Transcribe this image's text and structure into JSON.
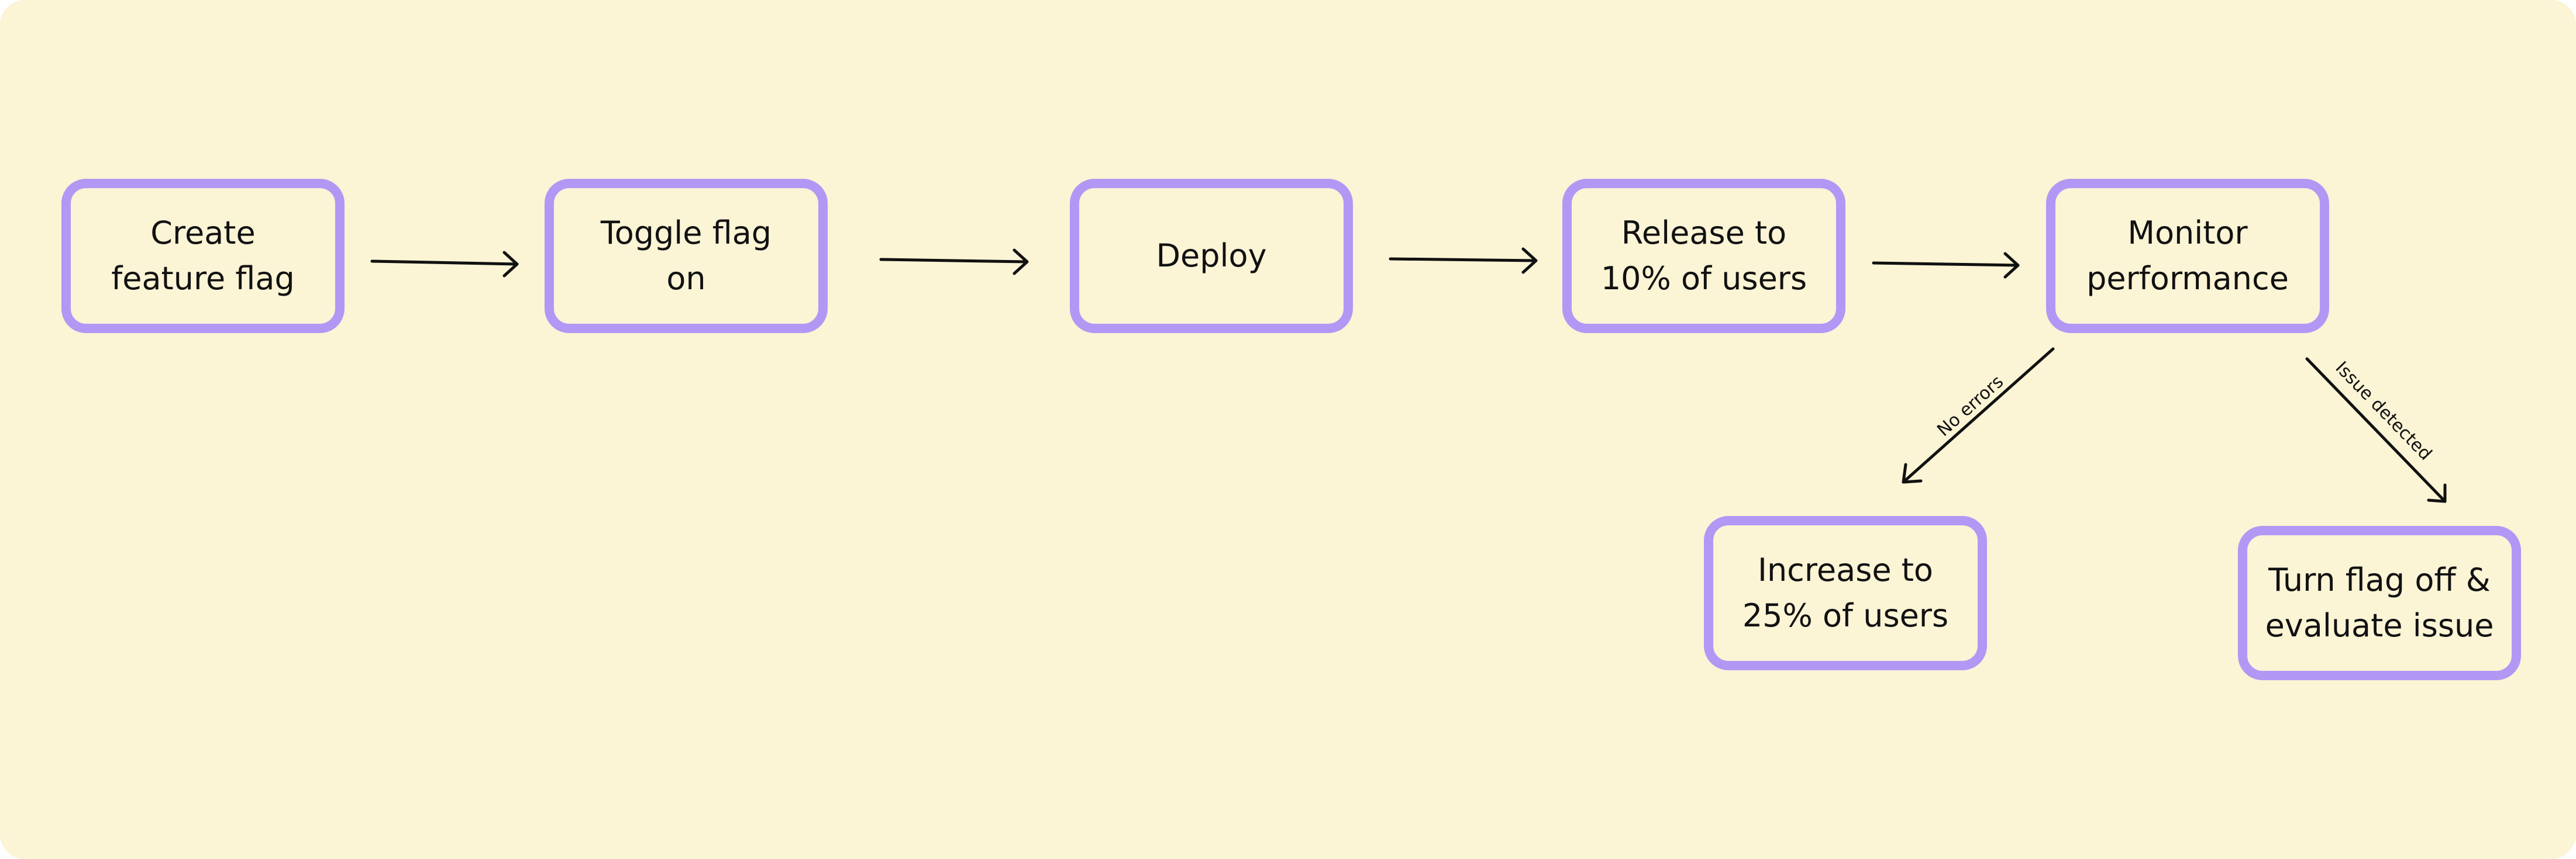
{
  "colors": {
    "background": "#fbf4d5",
    "node_border": "#b397f5",
    "text": "#111111",
    "arrow": "#111111"
  },
  "nodes": {
    "create_flag": "Create\nfeature flag",
    "toggle_flag": "Toggle flag\non",
    "deploy": "Deploy",
    "release_10": "Release to\n10% of users",
    "monitor": "Monitor\nperformance",
    "increase_25": "Increase to\n25% of users",
    "turn_off": "Turn flag off &\nevaluate issue"
  },
  "edges": {
    "no_errors": "No errors",
    "issue_detected": "Issue detected"
  }
}
